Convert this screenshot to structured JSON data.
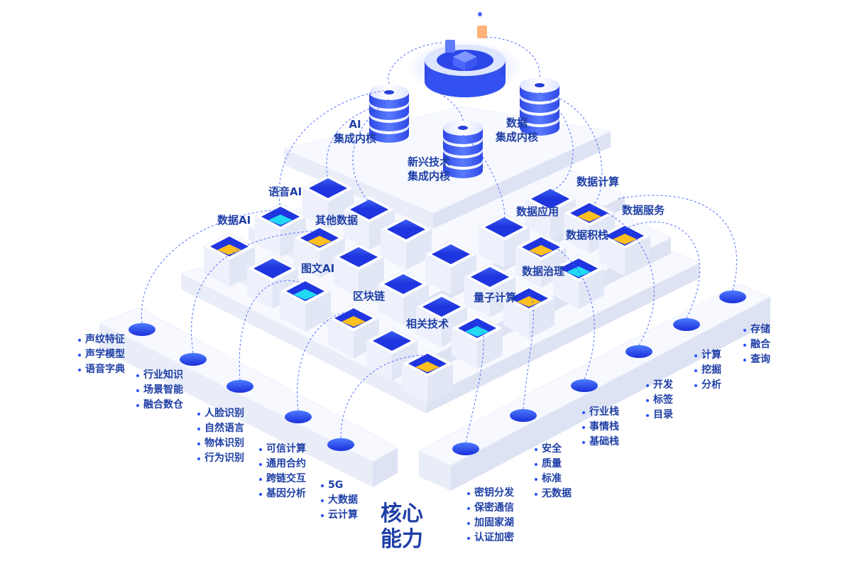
{
  "core": {
    "line1": "核心",
    "line2": "能力"
  },
  "kernels": {
    "ai": {
      "line1": "AI",
      "line2": "集成内核"
    },
    "new_tech": {
      "line1": "新兴技术",
      "line2": "集成内核"
    },
    "data": {
      "line1": "数据",
      "line2": "集成内核"
    }
  },
  "module_labels": {
    "speech_ai": "语音AI",
    "other_data": "其他数据",
    "data_ai": "数据AI",
    "image_text_ai": "图文AI",
    "blockchain": "区块链",
    "related_tech": "相关技术",
    "quantum": "量子计算",
    "data_governance": "数据治理",
    "data_app": "数据应用",
    "data_compute": "数据计算",
    "data_service": "数据服务",
    "data_stack": "数据积栈"
  },
  "left_lists": [
    [
      "声纹特征",
      "声学模型",
      "语音字典"
    ],
    [
      "行业知识",
      "场景智能",
      "融合数仓"
    ],
    [
      "人脸识别",
      "自然语言",
      "物体识别",
      "行为识别"
    ],
    [
      "可信计算",
      "通用合约",
      "跨链交互",
      "基因分析"
    ],
    [
      "5G",
      "大数据",
      "云计算"
    ]
  ],
  "right_lists": [
    [
      "密钥分发",
      "保密通信",
      "加固家湖",
      "认证加密"
    ],
    [
      "安全",
      "质量",
      "标准",
      "无数据"
    ],
    [
      "行业栈",
      "事情栈",
      "基础栈"
    ],
    [
      "开发",
      "标签",
      "目录"
    ],
    [
      "计算",
      "挖掘",
      "分析"
    ],
    [
      "存储",
      "融合",
      "查询"
    ]
  ],
  "colors": {
    "blue": "#2a50ff",
    "dark_blue": "#1f3fa6",
    "yellow": "#ffbf1f",
    "cyan": "#21d9f2"
  }
}
